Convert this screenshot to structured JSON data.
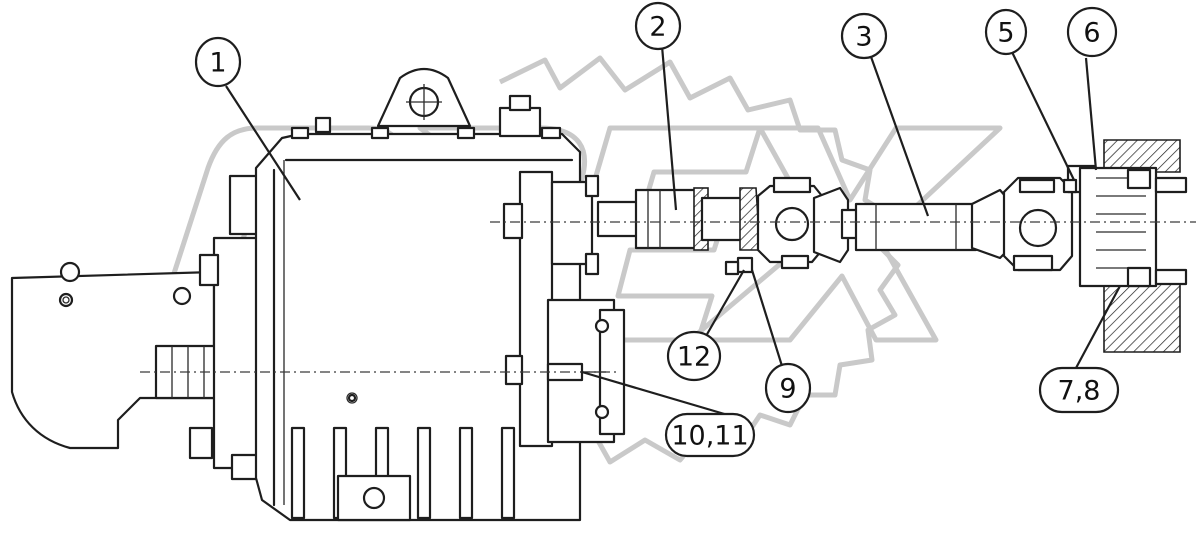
{
  "watermark": {
    "text": "OPEX"
  },
  "callouts": [
    {
      "id": "1",
      "label": "1"
    },
    {
      "id": "2",
      "label": "2"
    },
    {
      "id": "3",
      "label": "3"
    },
    {
      "id": "5",
      "label": "5"
    },
    {
      "id": "6",
      "label": "6"
    },
    {
      "id": "7-8",
      "label": "7,8"
    },
    {
      "id": "9",
      "label": "9"
    },
    {
      "id": "10-11",
      "label": "10,11"
    },
    {
      "id": "12",
      "label": "12"
    }
  ]
}
